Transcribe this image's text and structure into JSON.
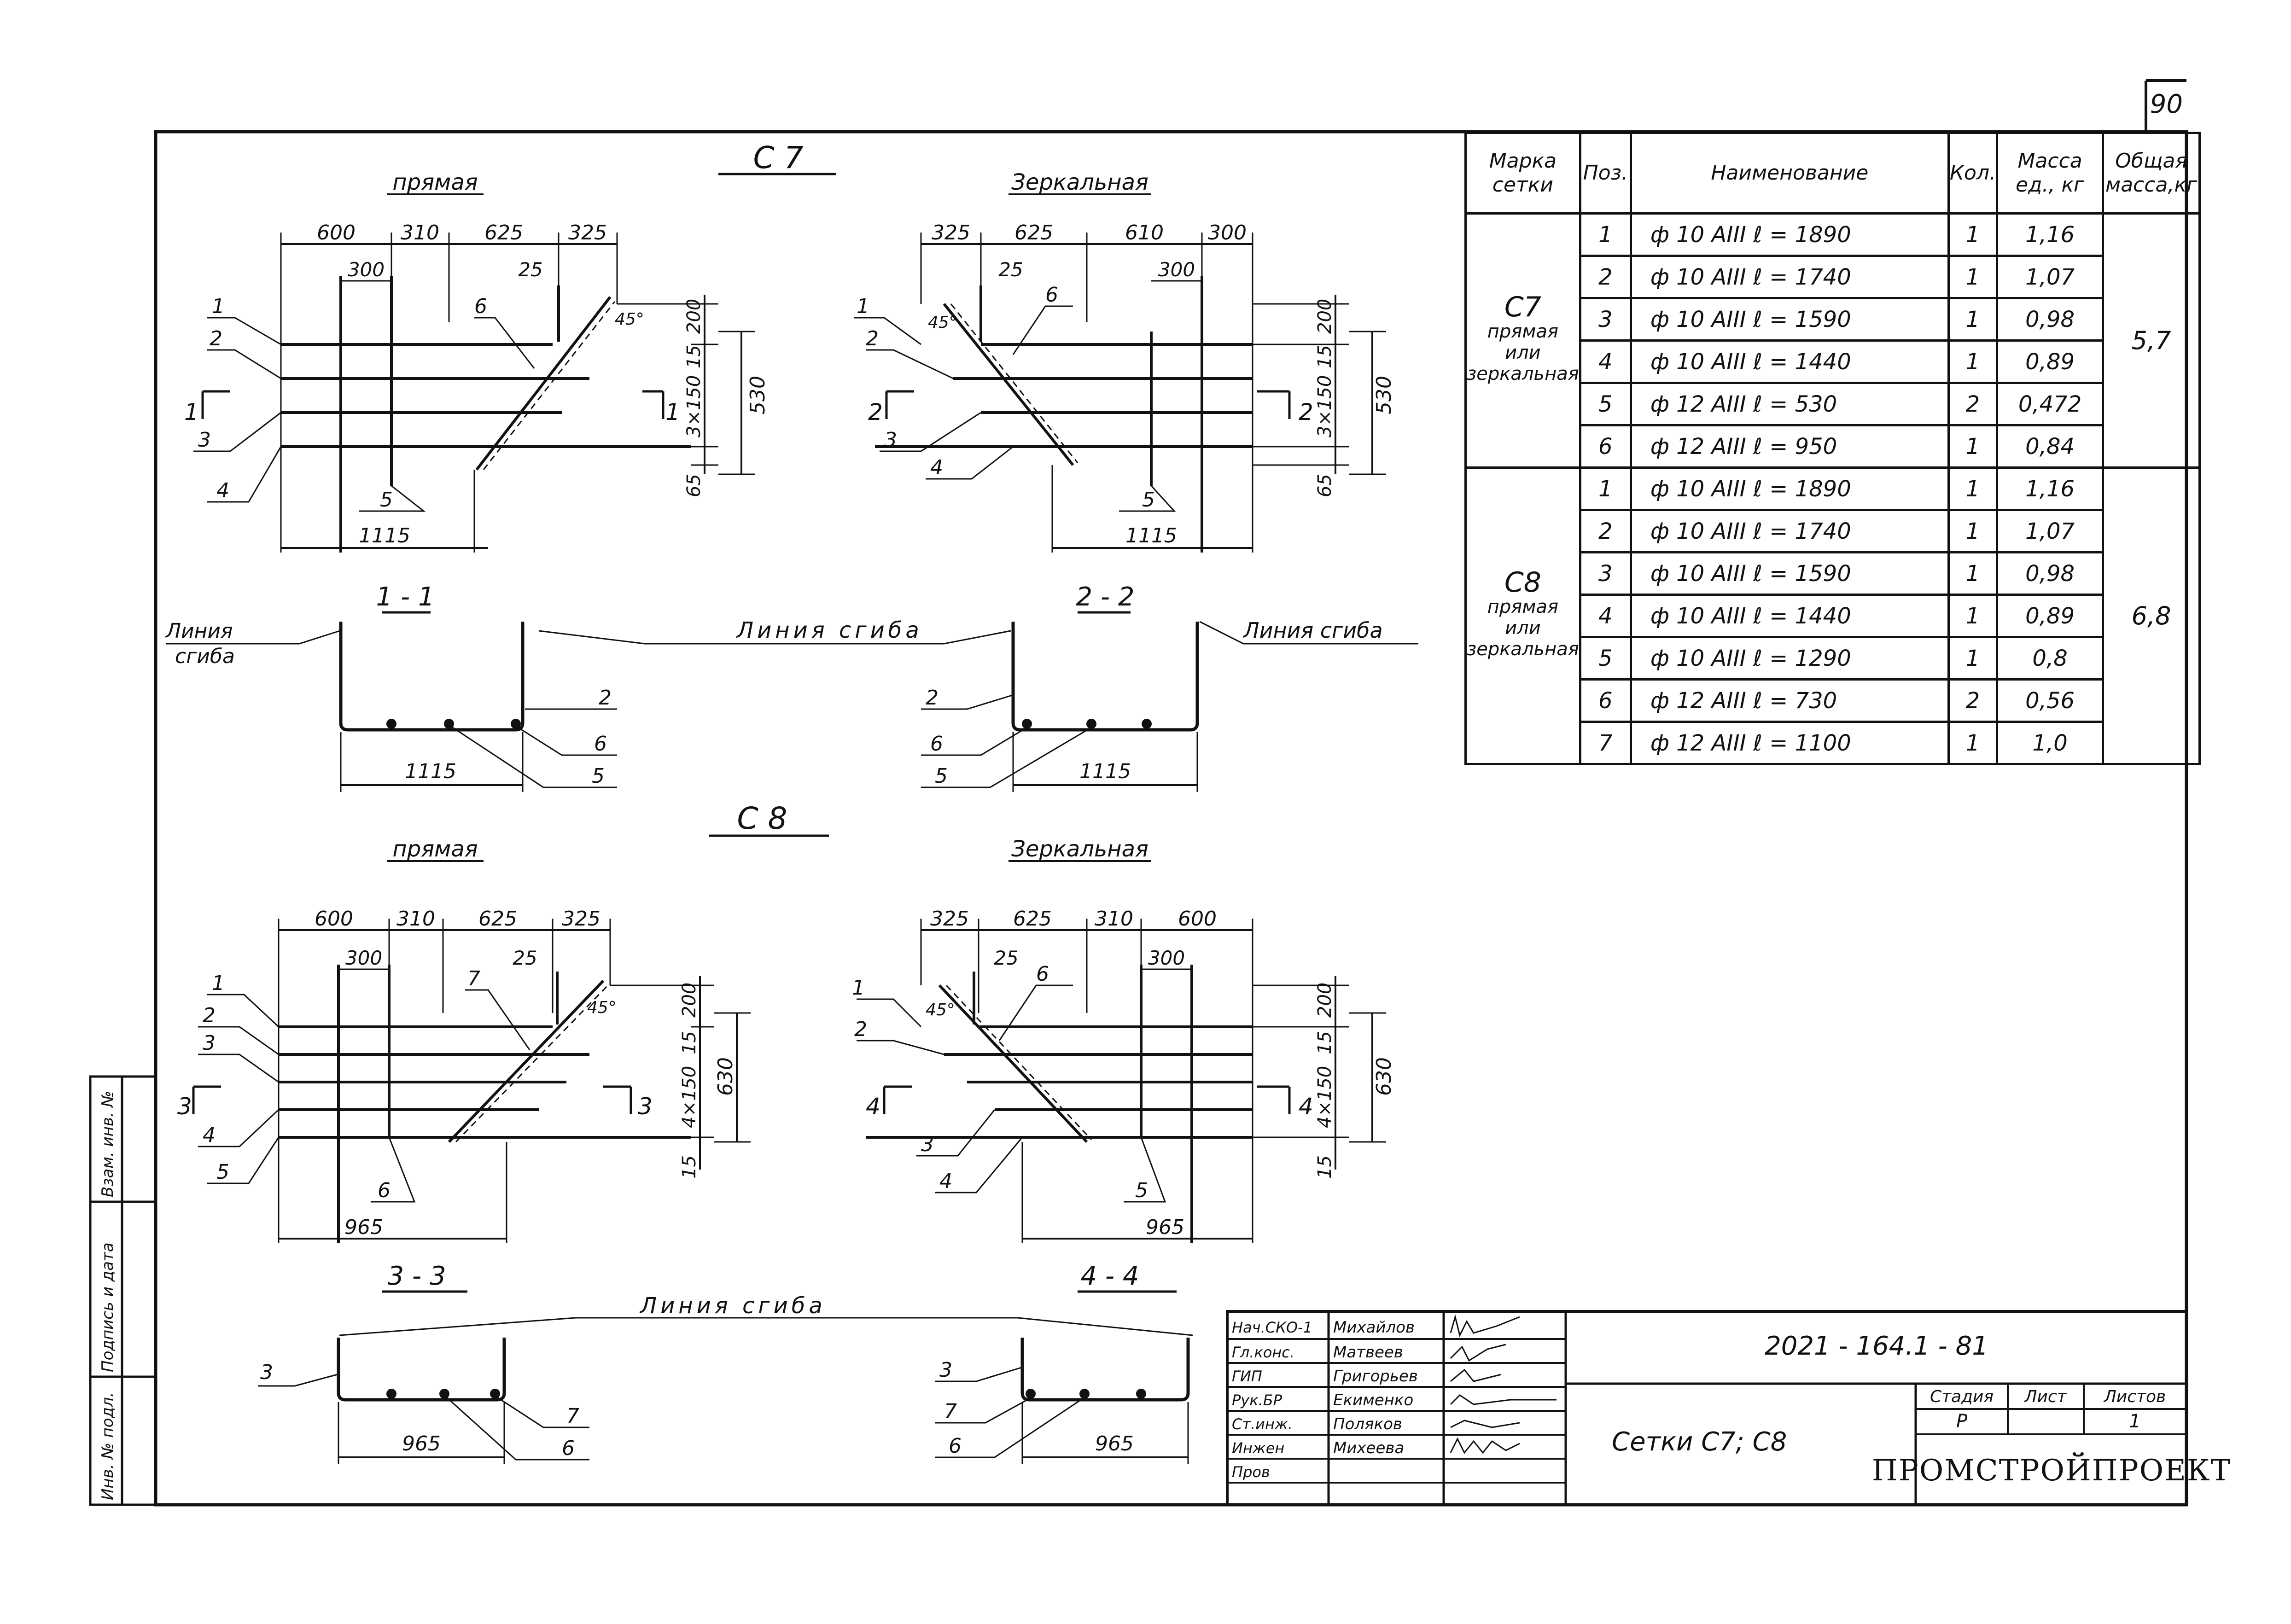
{
  "sheet_number": "90",
  "table": {
    "headers": [
      "Марка сетки",
      "Поз.",
      "Наименование",
      "Кол.",
      "Масса ед., кг",
      "Общая масса,кг"
    ],
    "groups": [
      {
        "mark": "С7",
        "variant": "прямая или зеркальная",
        "total": "5,7",
        "rows": [
          {
            "pos": "1",
            "name": "ф 10 AIII  ℓ = 1890",
            "qty": "1",
            "mass": "1,16"
          },
          {
            "pos": "2",
            "name": "ф 10 AIII  ℓ = 1740",
            "qty": "1",
            "mass": "1,07"
          },
          {
            "pos": "3",
            "name": "ф 10 AIII  ℓ = 1590",
            "qty": "1",
            "mass": "0,98"
          },
          {
            "pos": "4",
            "name": "ф 10 AIII  ℓ = 1440",
            "qty": "1",
            "mass": "0,89"
          },
          {
            "pos": "5",
            "name": "ф 12 AIII  ℓ = 530",
            "qty": "2",
            "mass": "0,472"
          },
          {
            "pos": "6",
            "name": "ф 12 AIII  ℓ = 950",
            "qty": "1",
            "mass": "0,84"
          }
        ]
      },
      {
        "mark": "С8",
        "variant": "прямая или зеркальная",
        "total": "6,8",
        "rows": [
          {
            "pos": "1",
            "name": "ф 10 AIII  ℓ = 1890",
            "qty": "1",
            "mass": "1,16"
          },
          {
            "pos": "2",
            "name": "ф 10 AIII  ℓ = 1740",
            "qty": "1",
            "mass": "1,07"
          },
          {
            "pos": "3",
            "name": "ф 10 AIII  ℓ = 1590",
            "qty": "1",
            "mass": "0,98"
          },
          {
            "pos": "4",
            "name": "ф 10 AIII  ℓ = 1440",
            "qty": "1",
            "mass": "0,89"
          },
          {
            "pos": "5",
            "name": "ф 10 AIII  ℓ = 1290",
            "qty": "1",
            "mass": "0,8"
          },
          {
            "pos": "6",
            "name": "ф 12 AIII  ℓ = 730",
            "qty": "2",
            "mass": "0,56"
          },
          {
            "pos": "7",
            "name": "ф 12 AIII  ℓ = 1100",
            "qty": "1",
            "mass": "1,0"
          }
        ]
      }
    ]
  },
  "drawings": {
    "c7_title": "С 7",
    "c8_title": "С 8",
    "straight": "прямая",
    "mirror": "Зеркальная",
    "bend_line": "Линия сгиба",
    "bend_line_2": "Линия",
    "bend_line_3": "сгиба",
    "sec11": "1 - 1",
    "sec22": "2 - 2",
    "sec33": "3 - 3",
    "sec44": "4 - 4",
    "c7_top_dims_left": [
      "600",
      "310",
      "625",
      "325"
    ],
    "c7_top_dims_right": [
      "325",
      "625",
      "610",
      "300"
    ],
    "c8_top_dims_left": [
      "600",
      "310",
      "625",
      "325"
    ],
    "c8_top_dims_right": [
      "325",
      "625",
      "310",
      "600"
    ],
    "d300": "300",
    "d25": "25",
    "d45": "45°",
    "d200": "200",
    "d15": "15",
    "d65": "65",
    "d3x150": "3×150",
    "d4x150": "4×150",
    "d530": "530",
    "d630": "630",
    "d1115": "1115",
    "d965": "965",
    "cut_labels": [
      "1",
      "2",
      "3",
      "4"
    ],
    "pos_labels": [
      "1",
      "2",
      "3",
      "4",
      "5",
      "6",
      "7"
    ]
  },
  "title_block": {
    "doc_code": "2021 - 164.1 - 81",
    "title": "Сетки С7; С8",
    "stage_label": "Стадия",
    "sheet_label": "Лист",
    "sheets_label": "Листов",
    "stage": "Р",
    "sheets": "1",
    "company": "ПРОМСТРОЙПРОЕКТ",
    "roles": [
      {
        "role": "Нач.СКО-1",
        "name": "Михайлов"
      },
      {
        "role": "Гл.конс.",
        "name": "Матвеев"
      },
      {
        "role": "ГИП",
        "name": "Григорьев"
      },
      {
        "role": "Рук.БР",
        "name": "Екименко"
      },
      {
        "role": "Ст.инж.",
        "name": "Поляков"
      },
      {
        "role": "Инжен",
        "name": "Михеева"
      },
      {
        "role": "Пров",
        "name": ""
      }
    ]
  },
  "side_stamp": {
    "inv_podl": "Инв. № подл.",
    "podpis": "Подпись и дата",
    "vzam": "Взам. инв. №"
  }
}
